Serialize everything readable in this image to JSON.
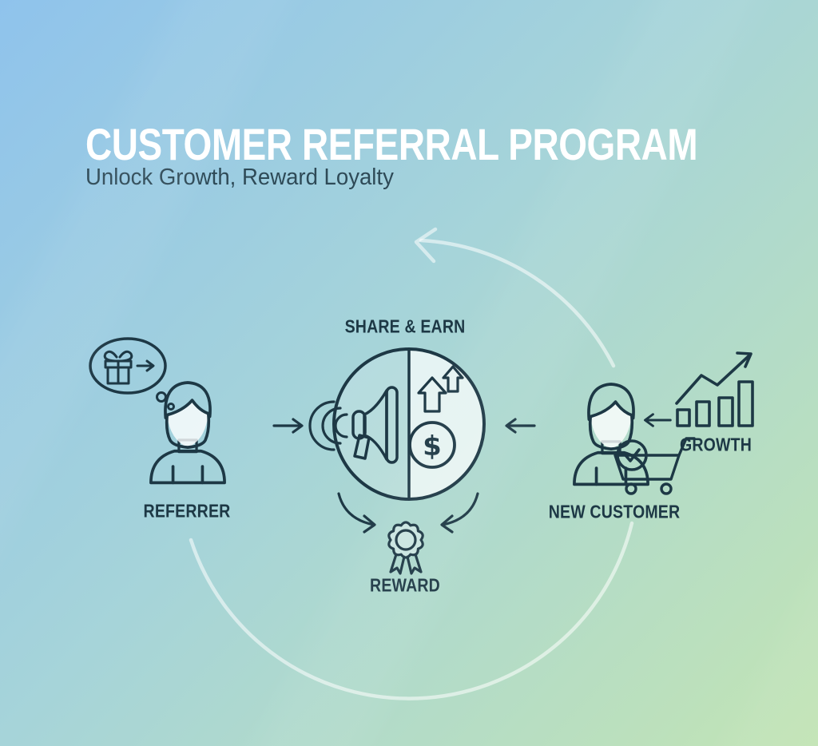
{
  "header": {
    "title": "CUSTOMER REFERRAL PROGRAM",
    "subtitle": "Unlock Growth, Reward Loyalty"
  },
  "nodes": {
    "share_earn": {
      "label": "SHARE & EARN"
    },
    "referrer": {
      "label": "REFERRER"
    },
    "new_customer": {
      "label": "NEW CUSTOMER"
    },
    "growth": {
      "label": "GROWTH"
    },
    "reward": {
      "label": "REWARD"
    }
  },
  "coin": {
    "currency_symbol": "$"
  },
  "icons": {
    "thought-bubble-gift-icon": "ellipse bubble containing gift box and right arrow",
    "referrer-person-icon": "outlined person bust",
    "megaphone-icon": "megaphone with sound waves",
    "upgrade-arrows-icon": "two outlined up arrows",
    "dollar-coin-icon": "circle with dollar sign",
    "new-customer-person-icon": "outlined person bust",
    "cart-check-icon": "shopping cart with check circle",
    "growth-chart-icon": "ascending bars with zigzag up arrow",
    "reward-badge-icon": "rosette medal with ribbons",
    "flow-arc-icon": "large faint circular arrow",
    "arrow-right-icon": "short right arrow",
    "arrow-left-icon": "short left arrow",
    "curved-arrow-icon": "curved converging arrow"
  },
  "colors": {
    "background_top_left": "#8fc3ec",
    "background_mid": "#a6d4d9",
    "background_bottom_right": "#c2e4b4",
    "line": "#1d3845",
    "title_text": "#ffffff",
    "subtitle_text": "#2e4a57",
    "cycle_right_fill": "rgba(255,255,255,0.70)",
    "cycle_left_fill": "rgba(255,255,255,0.18)",
    "flow_arc": "rgba(255,255,255,0.55)"
  }
}
